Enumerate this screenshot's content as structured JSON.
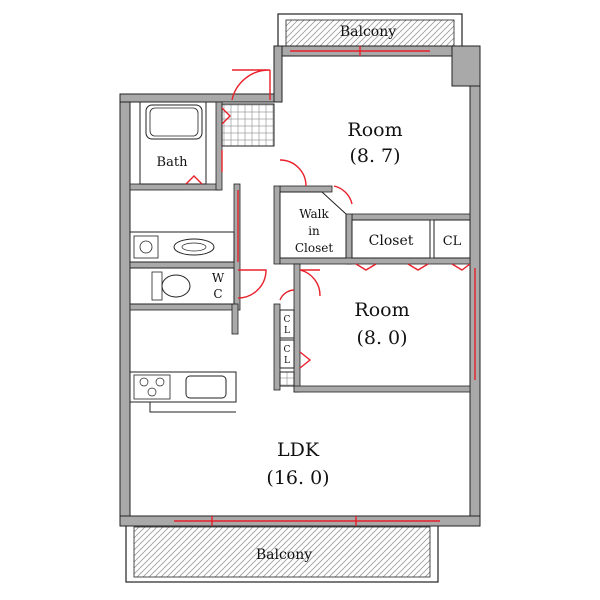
{
  "labels": {
    "balcony_top": "Balcony",
    "room1_name": "Room",
    "room1_size": "(8. 7)",
    "bath": "Bath",
    "walk_in_1": "Walk",
    "walk_in_2": "in",
    "walk_in_3": "Closet",
    "closet": "Closet",
    "cl_top": "CL",
    "wc_1": "W",
    "wc_2": "C",
    "room2_name": "Room",
    "room2_size": "(8. 0)",
    "cl_small_1": "C",
    "cl_small_2": "L",
    "cl_small_3": "C",
    "cl_small_4": "L",
    "ldk_name": "LDK",
    "ldk_size": "(16. 0)",
    "balcony_bottom": "Balcony"
  },
  "colors": {
    "wall": "#a9a9a9",
    "line": "#222222",
    "door": "#e8202a",
    "hatch": "#9a9a9a"
  }
}
